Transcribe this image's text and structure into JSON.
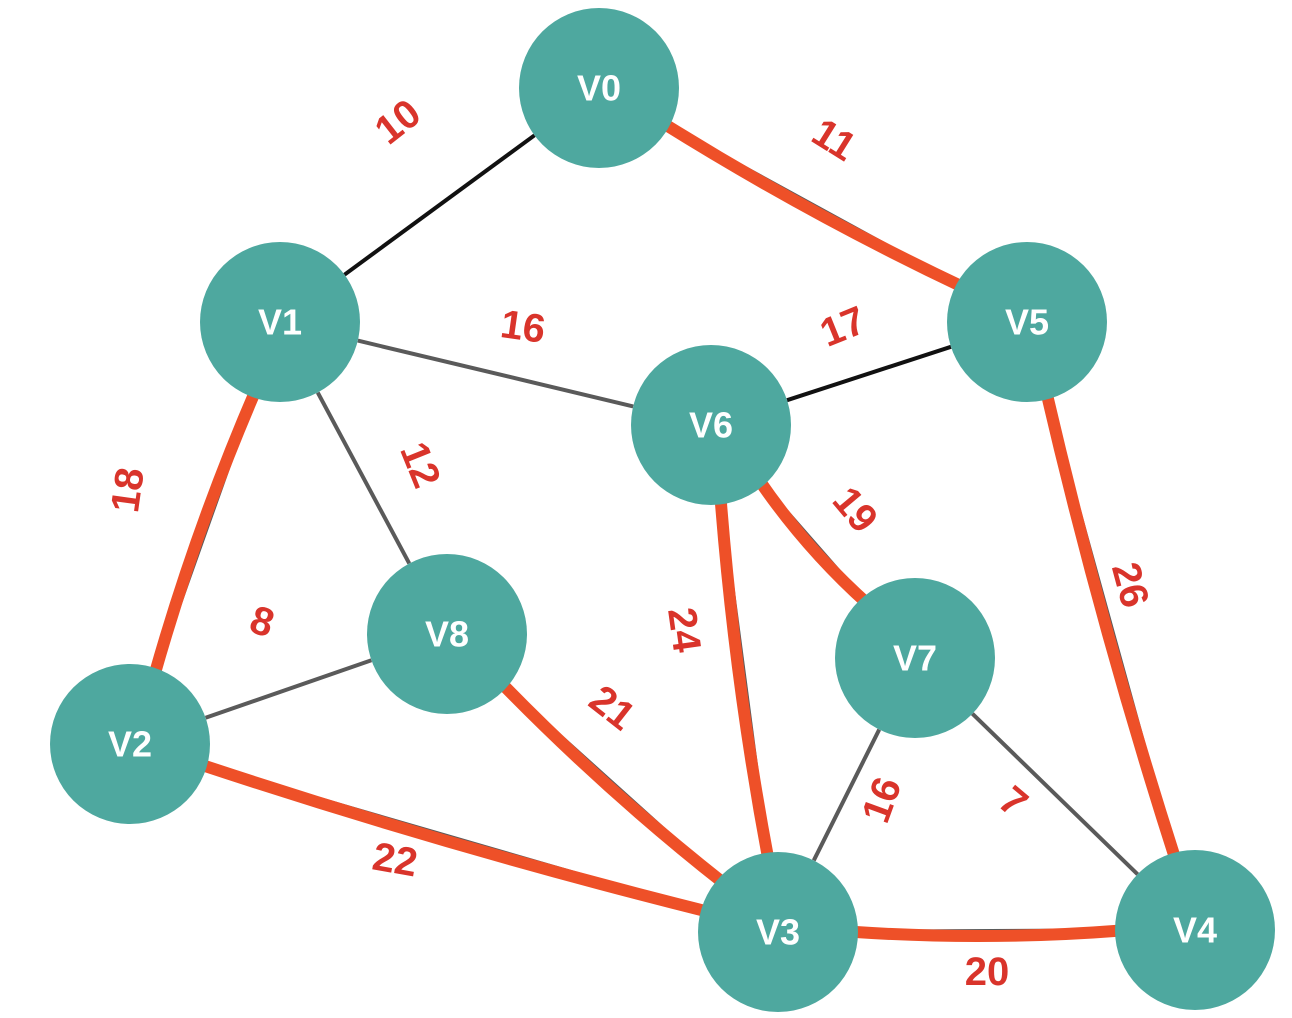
{
  "colors": {
    "node_fill": "#4ea89f",
    "edge_dark": "#111111",
    "edge_gray": "#5a5a5a",
    "highlight": "#ee5028",
    "weight_text": "#d9342b"
  },
  "nodes": [
    {
      "id": "V0",
      "label": "V0"
    },
    {
      "id": "V1",
      "label": "V1"
    },
    {
      "id": "V2",
      "label": "V2"
    },
    {
      "id": "V3",
      "label": "V3"
    },
    {
      "id": "V4",
      "label": "V4"
    },
    {
      "id": "V5",
      "label": "V5"
    },
    {
      "id": "V6",
      "label": "V6"
    },
    {
      "id": "V7",
      "label": "V7"
    },
    {
      "id": "V8",
      "label": "V8"
    }
  ],
  "edges": [
    {
      "from": "V0",
      "to": "V1",
      "weight": "10",
      "highlighted": false
    },
    {
      "from": "V0",
      "to": "V5",
      "weight": "11",
      "highlighted": true
    },
    {
      "from": "V1",
      "to": "V6",
      "weight": "16",
      "highlighted": false
    },
    {
      "from": "V5",
      "to": "V6",
      "weight": "17",
      "highlighted": false
    },
    {
      "from": "V1",
      "to": "V8",
      "weight": "12",
      "highlighted": false
    },
    {
      "from": "V1",
      "to": "V2",
      "weight": "18",
      "highlighted": true
    },
    {
      "from": "V2",
      "to": "V8",
      "weight": "8",
      "highlighted": false
    },
    {
      "from": "V6",
      "to": "V7",
      "weight": "19",
      "highlighted": true
    },
    {
      "from": "V5",
      "to": "V4",
      "weight": "26",
      "highlighted": true
    },
    {
      "from": "V6",
      "to": "V3",
      "weight": "24",
      "highlighted": true
    },
    {
      "from": "V8",
      "to": "V3",
      "weight": "21",
      "highlighted": true
    },
    {
      "from": "V2",
      "to": "V3",
      "weight": "22",
      "highlighted": true
    },
    {
      "from": "V7",
      "to": "V3",
      "weight": "16",
      "highlighted": false
    },
    {
      "from": "V7",
      "to": "V4",
      "weight": "7",
      "highlighted": false
    },
    {
      "from": "V3",
      "to": "V4",
      "weight": "20",
      "highlighted": true
    }
  ]
}
